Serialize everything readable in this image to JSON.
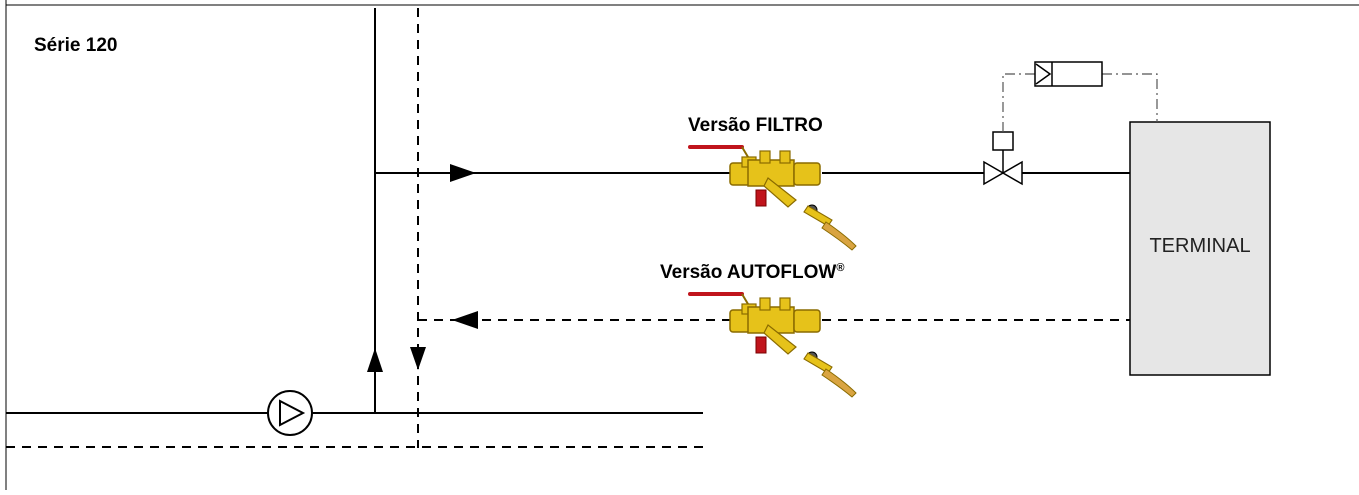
{
  "title": "Série 120",
  "labels": {
    "filtro": "Versão FILTRO",
    "autoflow": "Versão AUTOFLOW",
    "autoflow_mark": "®",
    "terminal": "TERMINAL"
  },
  "colors": {
    "line": "#000000",
    "terminal_fill": "#e6e6e6",
    "brass": "#e6c21a",
    "brass_dark": "#8a6b00",
    "handle_red": "#c0141c",
    "hose": "#d9a441"
  },
  "icons": {
    "pump": "pump-circle-triangle-icon",
    "control_valve": "two-way-valve-actuator-icon",
    "sensor": "flow-sensor-icon",
    "valve_filtro": "balancing-valve-filter-icon",
    "valve_autoflow": "balancing-valve-autoflow-icon"
  }
}
